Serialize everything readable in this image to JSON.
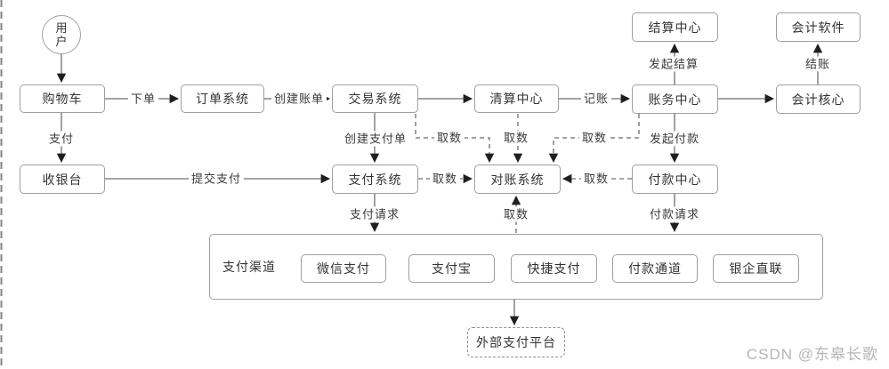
{
  "diagram": {
    "nodes": {
      "user": "用户",
      "cart": "购物车",
      "order_system": "订单系统",
      "trade_system": "交易系统",
      "clearing_center": "清算中心",
      "account_center": "账务中心",
      "accounting_core": "会计核心",
      "settlement_center": "结算中心",
      "accounting_software": "会计软件",
      "cashier": "收银台",
      "payment_system": "支付系统",
      "reconciliation_system": "对账系统",
      "payout_center": "付款中心",
      "channel_group": "支付渠道",
      "wechat_pay": "微信支付",
      "alipay": "支付宝",
      "quick_pay": "快捷支付",
      "payout_channel": "付款通道",
      "bank_direct": "银企直联",
      "external_platform": "外部支付平台"
    },
    "edges": {
      "place_order": "下单",
      "create_bill": "创建账单",
      "bookkeeping": "记账",
      "initiate_settlement": "发起结算",
      "checkout": "结账",
      "pay": "支付",
      "submit_payment": "提交支付",
      "create_payment_order": "创建支付单",
      "initiate_payout": "发起付款",
      "payment_request": "支付请求",
      "payout_request": "付款请求",
      "fetch_from_trade": "取数",
      "fetch_from_clearing": "取数",
      "fetch_from_account": "取数",
      "fetch_from_payment": "取数",
      "fetch_from_payout": "取数",
      "fetch_from_channels": "取数"
    },
    "watermark": "CSDN @东皋长歌",
    "colors": {
      "box_border": "#9f9f9f",
      "line": "#6e6e6e",
      "arrow": "#1f1f1f",
      "text": "#333333",
      "watermark": "#b5b5b5"
    }
  }
}
